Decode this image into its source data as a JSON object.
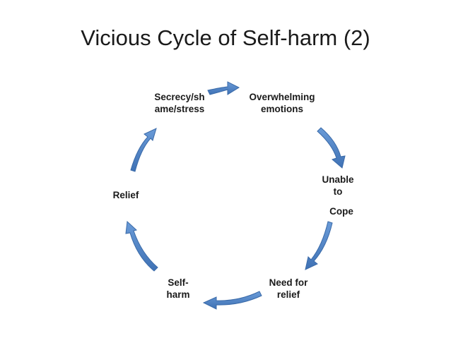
{
  "title": "Vicious Cycle of Self-harm (2)",
  "nodes": {
    "secrecy": [
      "Secrecy/sh",
      "ame/stress"
    ],
    "overwhelming": [
      "Overwhelming",
      "emotions"
    ],
    "unable": [
      "Unable",
      "to"
    ],
    "cope": "Cope",
    "need": [
      "Need for",
      "relief"
    ],
    "selfharm": [
      "Self-",
      "harm"
    ],
    "relief": "Relief"
  },
  "colors": {
    "arrow_fill": "#4f81bd",
    "arrow_stroke": "#3a6aa8"
  }
}
